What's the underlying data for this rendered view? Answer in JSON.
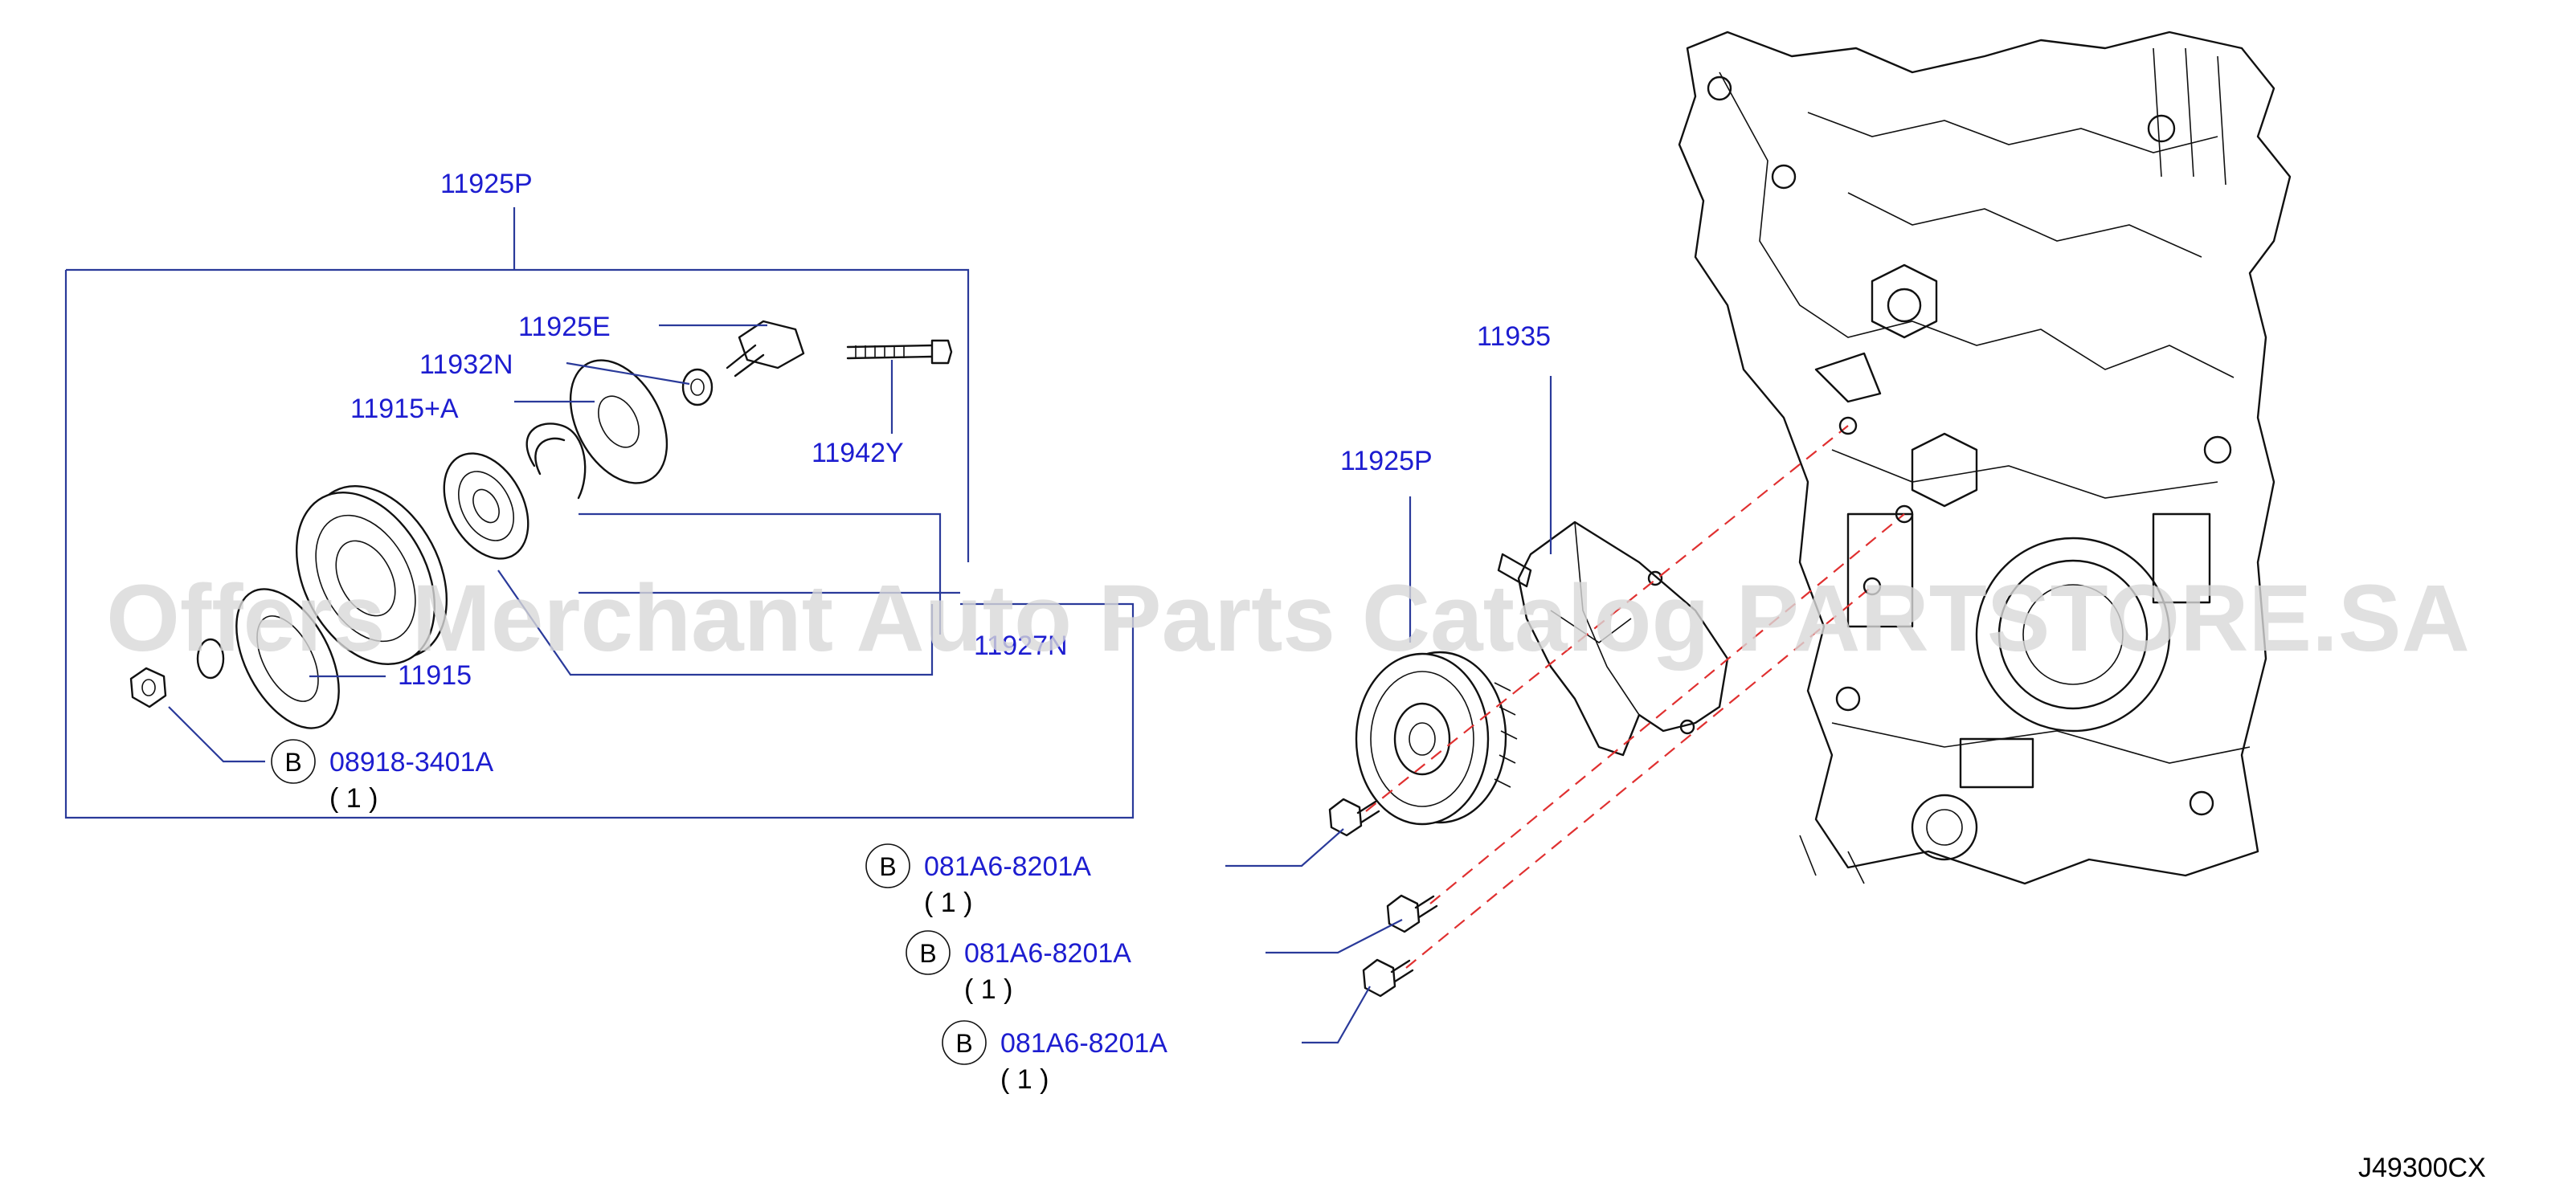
{
  "watermark": "Offers Merchant Auto Parts Catalog PARTSTORE.SA",
  "diagram_code": "J49300CX",
  "callouts": {
    "assy_top": "11925P",
    "bolt_e": "11925E",
    "collar": "11932N",
    "plate": "11915+A",
    "long_bolt": "11942Y",
    "pulley_cover": "11915",
    "shaft": "11927N",
    "bracket": "11935",
    "assy_right": "11925P"
  },
  "fasteners": [
    {
      "letter": "B",
      "part": "08918-3401A",
      "qty": "( 1 )"
    },
    {
      "letter": "B",
      "part": "081A6-8201A",
      "qty": "( 1 )"
    },
    {
      "letter": "B",
      "part": "081A6-8201A",
      "qty": "( 1 )"
    },
    {
      "letter": "B",
      "part": "081A6-8201A",
      "qty": "( 1 )"
    }
  ],
  "colors": {
    "callout_text": "#1d1dd0",
    "leader_lines": "#2a3a9a",
    "hidden_alignment": "#e03030",
    "ink": "#111111",
    "watermark": "#d8d8d8"
  }
}
